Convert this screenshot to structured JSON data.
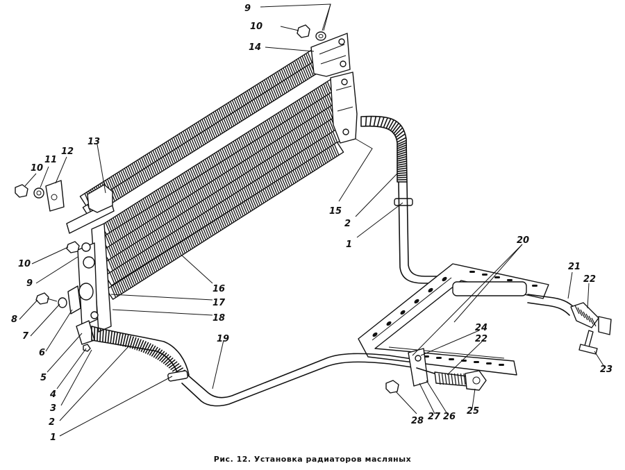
{
  "figure": {
    "caption": "Рис. 12. Установка радиаторов масляных",
    "callouts": [
      {
        "id": "c9a",
        "text": "9"
      },
      {
        "id": "c10a",
        "text": "10"
      },
      {
        "id": "c14",
        "text": "14"
      },
      {
        "id": "c13",
        "text": "13"
      },
      {
        "id": "c10b",
        "text": "10"
      },
      {
        "id": "c11",
        "text": "11"
      },
      {
        "id": "c12",
        "text": "12"
      },
      {
        "id": "c15",
        "text": "15"
      },
      {
        "id": "c2a",
        "text": "2"
      },
      {
        "id": "c1a",
        "text": "1"
      },
      {
        "id": "c20",
        "text": "20"
      },
      {
        "id": "c21",
        "text": "21"
      },
      {
        "id": "c22a",
        "text": "22"
      },
      {
        "id": "c10c",
        "text": "10"
      },
      {
        "id": "c9b",
        "text": "9"
      },
      {
        "id": "c16",
        "text": "16"
      },
      {
        "id": "c17",
        "text": "17"
      },
      {
        "id": "c18",
        "text": "18"
      },
      {
        "id": "c8",
        "text": "8"
      },
      {
        "id": "c7",
        "text": "7"
      },
      {
        "id": "c6",
        "text": "6"
      },
      {
        "id": "c5",
        "text": "5"
      },
      {
        "id": "c4",
        "text": "4"
      },
      {
        "id": "c3",
        "text": "3"
      },
      {
        "id": "c2b",
        "text": "2"
      },
      {
        "id": "c1b",
        "text": "1"
      },
      {
        "id": "c19",
        "text": "19"
      },
      {
        "id": "c24",
        "text": "24"
      },
      {
        "id": "c22b",
        "text": "22"
      },
      {
        "id": "c23",
        "text": "23"
      },
      {
        "id": "c28",
        "text": "28"
      },
      {
        "id": "c27",
        "text": "27"
      },
      {
        "id": "c26",
        "text": "26"
      },
      {
        "id": "c25",
        "text": "25"
      }
    ]
  }
}
